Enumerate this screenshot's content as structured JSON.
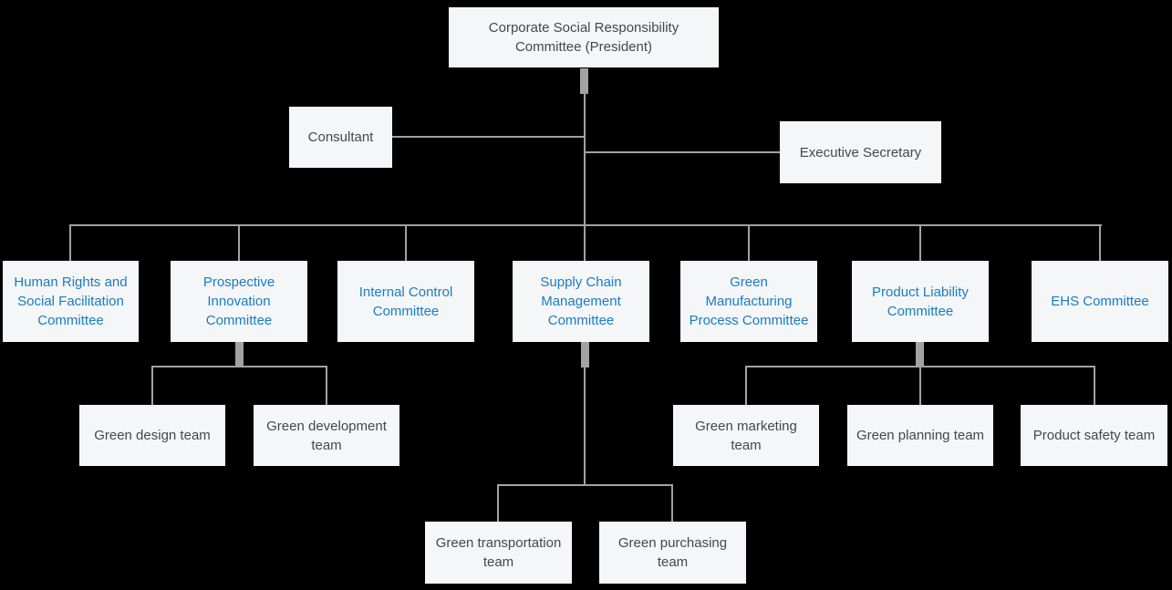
{
  "colors": {
    "background": "#000000",
    "box_bg": "#f5f6f8",
    "text": "#474747",
    "committee_text": "#187dc3",
    "line": "#a2a2a2"
  },
  "org": {
    "root": {
      "label": "Corporate Social Responsibility Committee (President)"
    },
    "consultant": {
      "label": "Consultant"
    },
    "executive_secretary": {
      "label": "Executive Secretary"
    },
    "committees": [
      {
        "label": "Human Rights and Social Facilitation Committee"
      },
      {
        "label": "Prospective Innovation Committee"
      },
      {
        "label": "Internal Control Committee"
      },
      {
        "label": "Supply Chain Management Committee"
      },
      {
        "label": "Green Manufacturing Process Committee"
      },
      {
        "label": "Product Liability Committee"
      },
      {
        "label": "EHS Committee"
      }
    ],
    "innovation_teams": [
      {
        "label": "Green design team"
      },
      {
        "label": "Green development team"
      }
    ],
    "product_liability_teams": [
      {
        "label": "Green marketing team"
      },
      {
        "label": "Green planning team"
      },
      {
        "label": "Product safety team"
      }
    ],
    "supply_chain_teams": [
      {
        "label": "Green transportation team"
      },
      {
        "label": "Green purchasing team"
      }
    ]
  }
}
